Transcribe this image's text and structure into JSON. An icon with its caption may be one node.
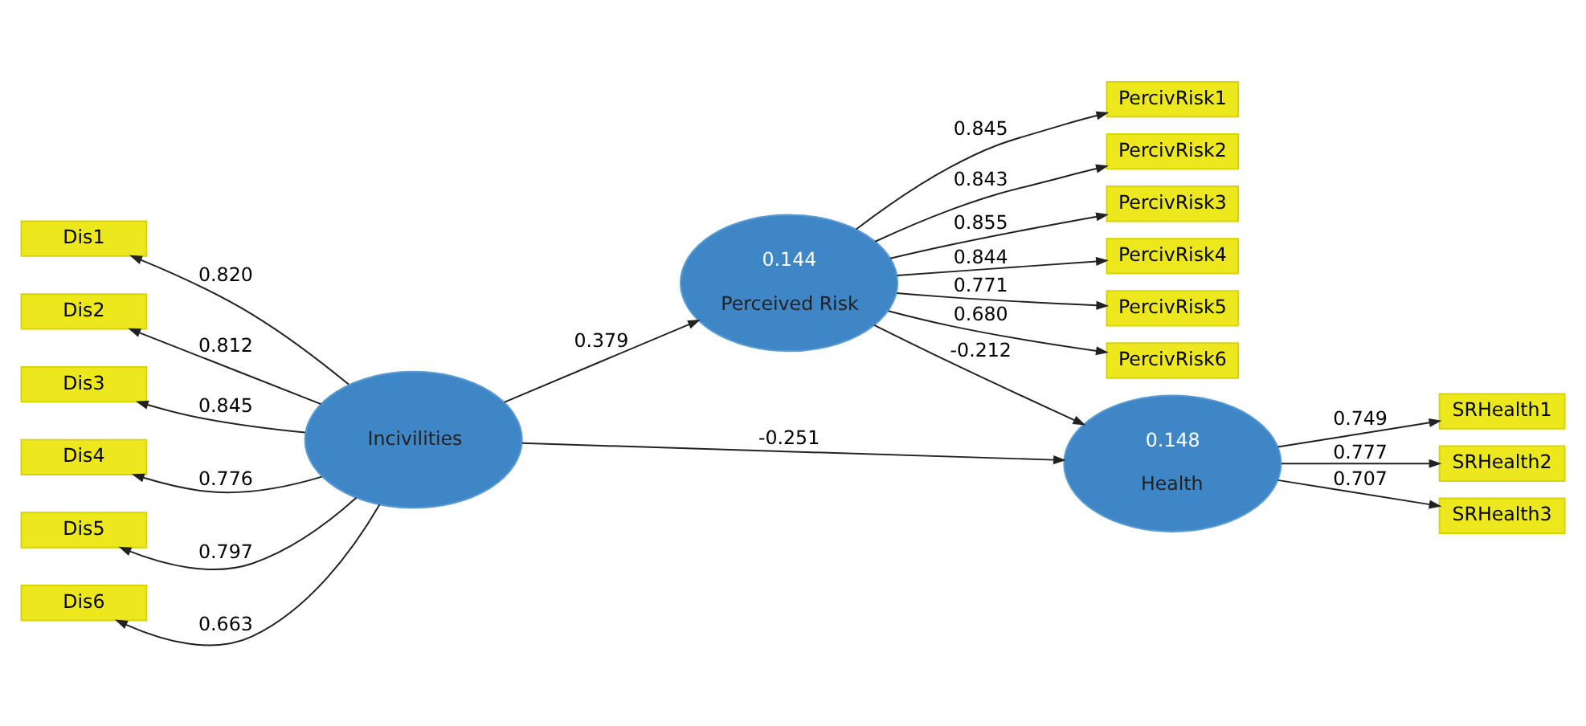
{
  "diagram": {
    "nodes": [
      {
        "text": [
          "PercivRisk1"
        ]
      },
      {
        "text": [
          "PercivRisk2"
        ]
      },
      {
        "text": [
          "PercivRisk3"
        ]
      },
      {
        "text": [
          "PercivRisk4"
        ]
      },
      {
        "text": [
          "PercivRisk5"
        ]
      },
      {
        "text": [
          "PercivRisk6"
        ]
      },
      {
        "text": [
          "0.144",
          "Perceived Risk"
        ]
      },
      {
        "text": [
          "Dis1"
        ]
      },
      {
        "text": [
          "Dis2"
        ]
      },
      {
        "text": [
          "Dis3"
        ]
      },
      {
        "text": [
          "Dis4"
        ]
      },
      {
        "text": [
          "Dis5"
        ]
      },
      {
        "text": [
          "Dis6"
        ]
      },
      {
        "text": [
          "Incivilities"
        ]
      },
      {
        "text": [
          "0.148",
          "Health"
        ]
      },
      {
        "text": [
          "SRHealth1"
        ]
      },
      {
        "text": [
          "SRHealth2"
        ]
      },
      {
        "text": [
          "SRHealth3"
        ]
      }
    ],
    "edges": [
      {
        "from": 6,
        "to": 0,
        "arrow": "to",
        "label": "0.845"
      },
      {
        "from": 6,
        "to": 1,
        "arrow": "to",
        "label": "0.843"
      },
      {
        "from": 6,
        "to": 2,
        "arrow": "to",
        "label": "0.855"
      },
      {
        "from": 6,
        "to": 3,
        "arrow": "to",
        "label": "0.844"
      },
      {
        "from": 6,
        "to": 4,
        "arrow": "to",
        "label": "0.771"
      },
      {
        "from": 6,
        "to": 5,
        "arrow": "to",
        "label": "0.680"
      },
      {
        "from": 13,
        "to": 7,
        "arrow": "to",
        "label": "0.820"
      },
      {
        "from": 13,
        "to": 8,
        "arrow": "to",
        "label": "0.812"
      },
      {
        "from": 13,
        "to": 9,
        "arrow": "to",
        "label": "0.845"
      },
      {
        "from": 13,
        "to": 10,
        "arrow": "to",
        "label": "0.776"
      },
      {
        "from": 13,
        "to": 11,
        "arrow": "to",
        "label": "0.797"
      },
      {
        "from": 13,
        "to": 12,
        "arrow": "to",
        "label": "0.663"
      },
      {
        "from": 13,
        "to": 6,
        "arrow": "to",
        "label": "0.379"
      },
      {
        "from": 6,
        "to": 14,
        "arrow": "to",
        "label": "-0.212"
      },
      {
        "from": 13,
        "to": 14,
        "arrow": "to",
        "label": "-0.251"
      },
      {
        "from": 14,
        "to": 15,
        "arrow": "to",
        "label": "0.749"
      },
      {
        "from": 14,
        "to": 16,
        "arrow": "to",
        "label": "0.777"
      },
      {
        "from": 14,
        "to": 17,
        "arrow": "to",
        "label": "0.707"
      }
    ]
  }
}
